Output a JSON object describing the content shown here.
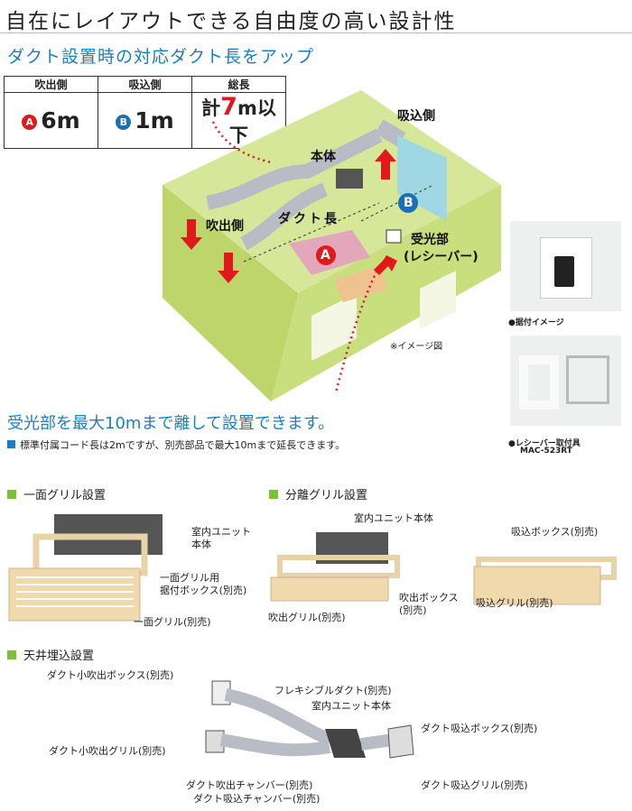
{
  "header": {
    "title": "自在にレイアウトできる自由度の高い設計性",
    "subtitle": "ダクト設置時の対応ダクト長をアップ"
  },
  "spec_table": {
    "headers": [
      "吹出側",
      "吸込側",
      "総長"
    ],
    "a_badge": "A",
    "a_value": "6m",
    "b_badge": "B",
    "b_value": "1m",
    "total_prefix": "計",
    "total_value": "7",
    "total_suffix": "m以下"
  },
  "diagram": {
    "label_suction": "吸込側",
    "label_body": "本体",
    "label_outlet": "吹出側",
    "label_duct_length": "ダクト長",
    "label_receiver": "受光部",
    "label_receiver_sub": "(レシーバー)",
    "badge_a": "A",
    "badge_b": "B",
    "image_note": "※イメージ図"
  },
  "receiver_panel": {
    "caption1": "●据付イメージ",
    "caption2": "●レシーバー取付具",
    "model": "MAC-523RT"
  },
  "highlight": "受光部を最大10mまで離して設置できます。",
  "note": "標準付属コード長は2mですが、別売部品で最大10mまで延長できます。",
  "sections": {
    "single_grille": {
      "heading": "一面グリル設置",
      "unit_label": [
        "室内ユニット",
        "本体"
      ],
      "box_label": [
        "一面グリル用",
        "据付ボックス(別売)"
      ],
      "grille_label": "一面グリル(別売)"
    },
    "split_grille": {
      "heading": "分離グリル設置",
      "unit_label": "室内ユニット本体",
      "suction_box": "吸込ボックス(別売)",
      "outlet_box": [
        "吹出ボックス",
        "(別売)"
      ],
      "outlet_grille": "吹出グリル(別売)",
      "suction_grille": "吸込グリル(別売)"
    },
    "ceiling": {
      "heading": "天井埋込設置",
      "small_outlet_box": "ダクト小吹出ボックス(別売)",
      "flexible_duct": "フレキシブルダクト(別売)",
      "unit_label": "室内ユニット本体",
      "suction_box": "ダクト吸込ボックス(別売)",
      "small_outlet_grille": "ダクト小吹出グリル(別売)",
      "outlet_chamber": "ダクト吹出チャンバー(別売)",
      "suction_chamber": "ダクト吸込チャンバー(別売)",
      "suction_grille": "ダクト吸込グリル(別売)"
    }
  },
  "colors": {
    "accent_blue": "#1a7fc0",
    "accent_red": "#e0191a",
    "room_green": "#c7dd7a",
    "section_green": "#7cbf3b"
  }
}
